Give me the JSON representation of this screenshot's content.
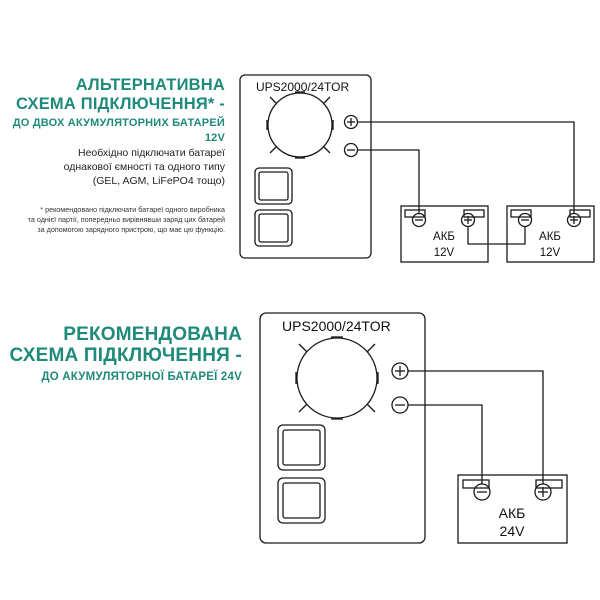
{
  "alt_section": {
    "heading_line1": "АЛЬТЕРНАТИВНА",
    "heading_line2": "СХЕМА ПІДКЛЮЧЕННЯ* -",
    "heading_line3": "ДО ДВОХ АКУМУЛЯТОРНИХ БАТАРЕЙ 12V",
    "note_line1": "Необхідно підключати батареї",
    "note_line2": "однакової ємності та одного типу",
    "note_line3": "(GEL, AGM, LiFePO4 тощо)",
    "footnote_line1": "* рекомендовано підключати батареї одного виробника",
    "footnote_line2": "та однієї партії, попередньо вирівнявши заряд цих батарей",
    "footnote_line3": "за допомогою зарядного пристрою, що має цю функцію.",
    "device_label": "UPS2000/24TOR",
    "battery1_name": "АКБ",
    "battery1_voltage": "12V",
    "battery2_name": "АКБ",
    "battery2_voltage": "12V"
  },
  "rec_section": {
    "heading_line1": "РЕКОМЕНДОВАНА",
    "heading_line2": "СХЕМА ПІДКЛЮЧЕННЯ -",
    "heading_line3": "ДО АКУМУЛЯТОРНОЇ БАТАРЕЇ 24V",
    "device_label": "UPS2000/24TOR",
    "battery_name": "АКБ",
    "battery_voltage": "24V"
  },
  "colors": {
    "heading": "#1e8a7a",
    "lines": "#1a1a1a"
  }
}
